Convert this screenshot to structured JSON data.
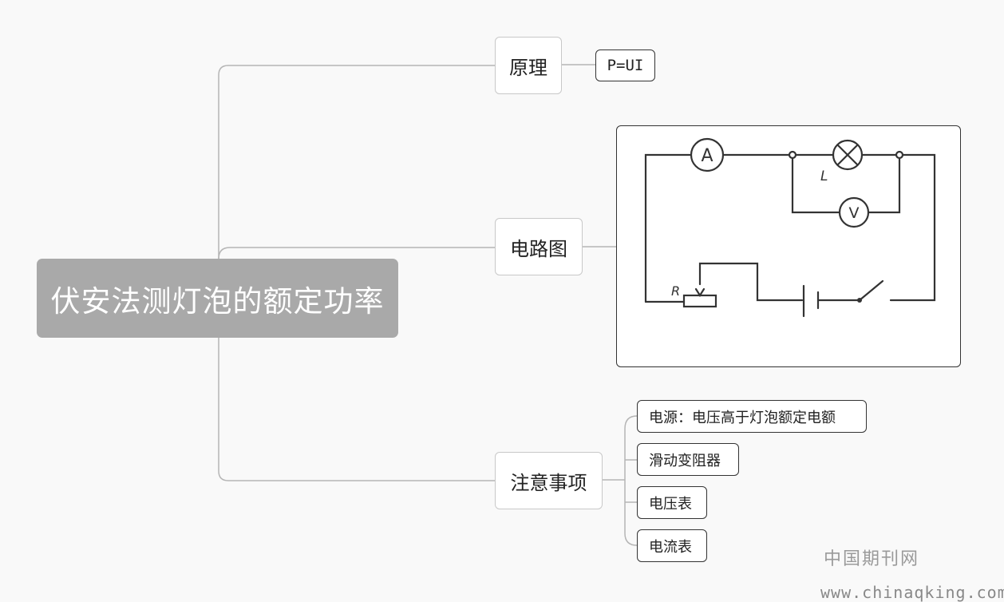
{
  "root": {
    "title": "伏安法测灯泡的额定功率"
  },
  "branches": {
    "principle": {
      "label": "原理",
      "child": "P=UI"
    },
    "circuit": {
      "label": "电路图",
      "diagram_labels": {
        "ammeter": "A",
        "voltmeter": "V",
        "lamp": "L",
        "rheostat": "R"
      }
    },
    "notes": {
      "label": "注意事项",
      "items": [
        "电源：电压高于灯泡额定电额",
        "滑动变阻器",
        "电压表",
        "电流表"
      ]
    }
  },
  "watermark": {
    "name": "中国期刊网",
    "url": "www.chinaqking.com"
  }
}
